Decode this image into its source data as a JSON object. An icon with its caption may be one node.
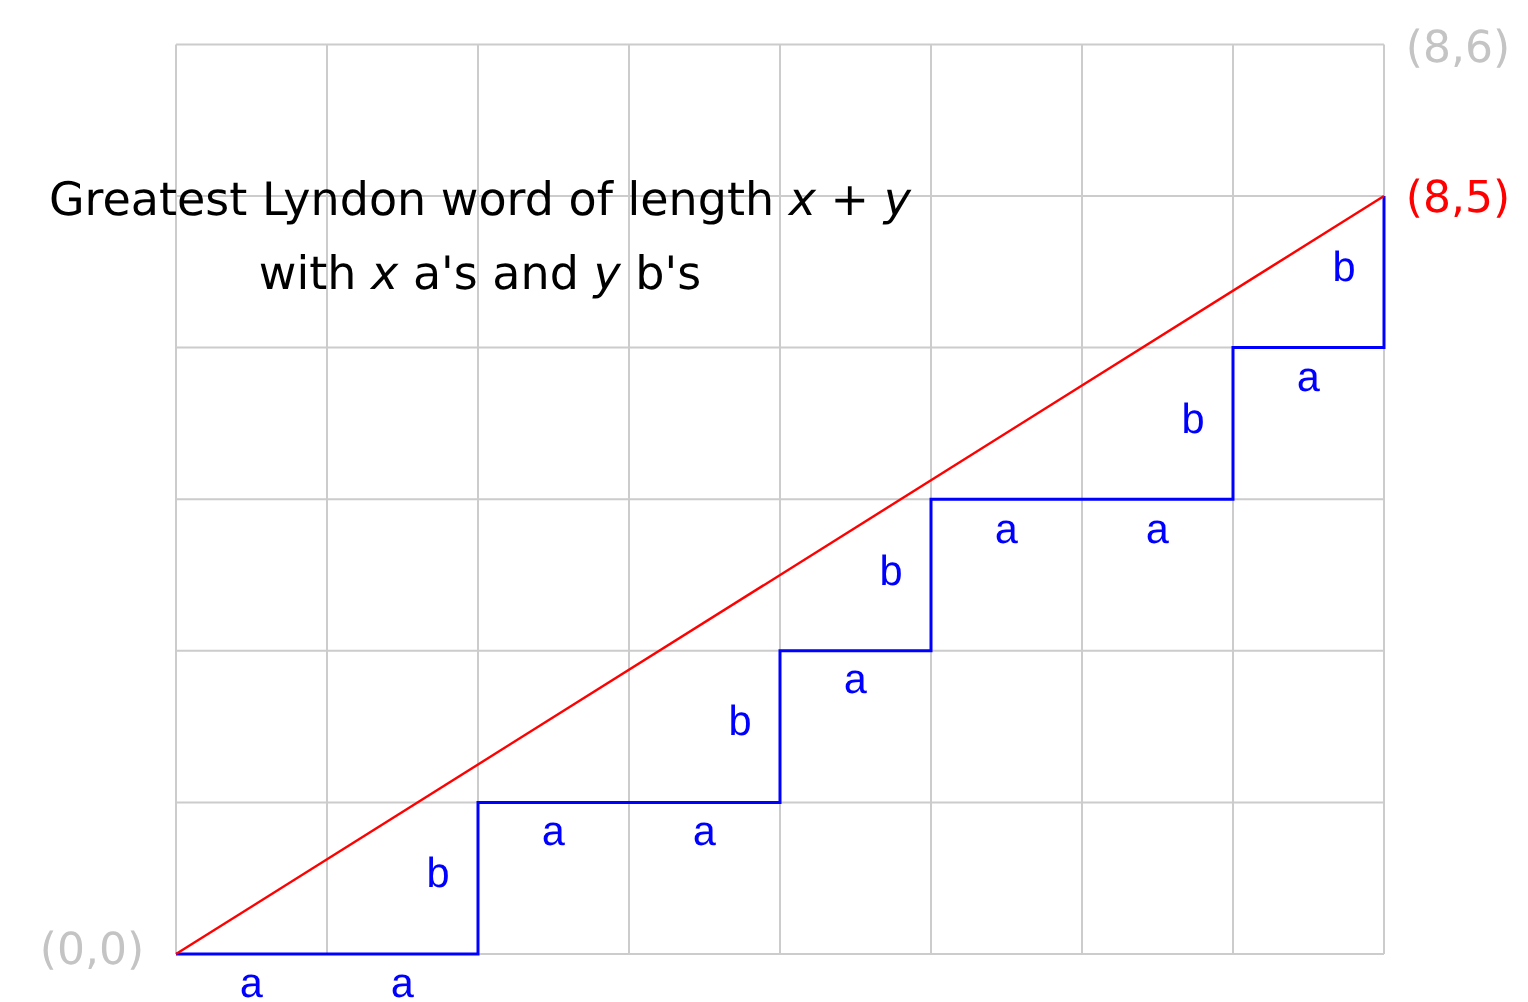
{
  "diagram": {
    "labels": [
      "Greatest Lyndon word of length *x* + *y*",
      "with *x* a's and *y* b's",
      "(8,6)",
      "(8,5)",
      "(0,0)",
      "a",
      "a",
      "b",
      "a",
      "a",
      "b",
      "a",
      "b",
      "a",
      "a",
      "b",
      "a",
      "b"
    ]
  }
}
